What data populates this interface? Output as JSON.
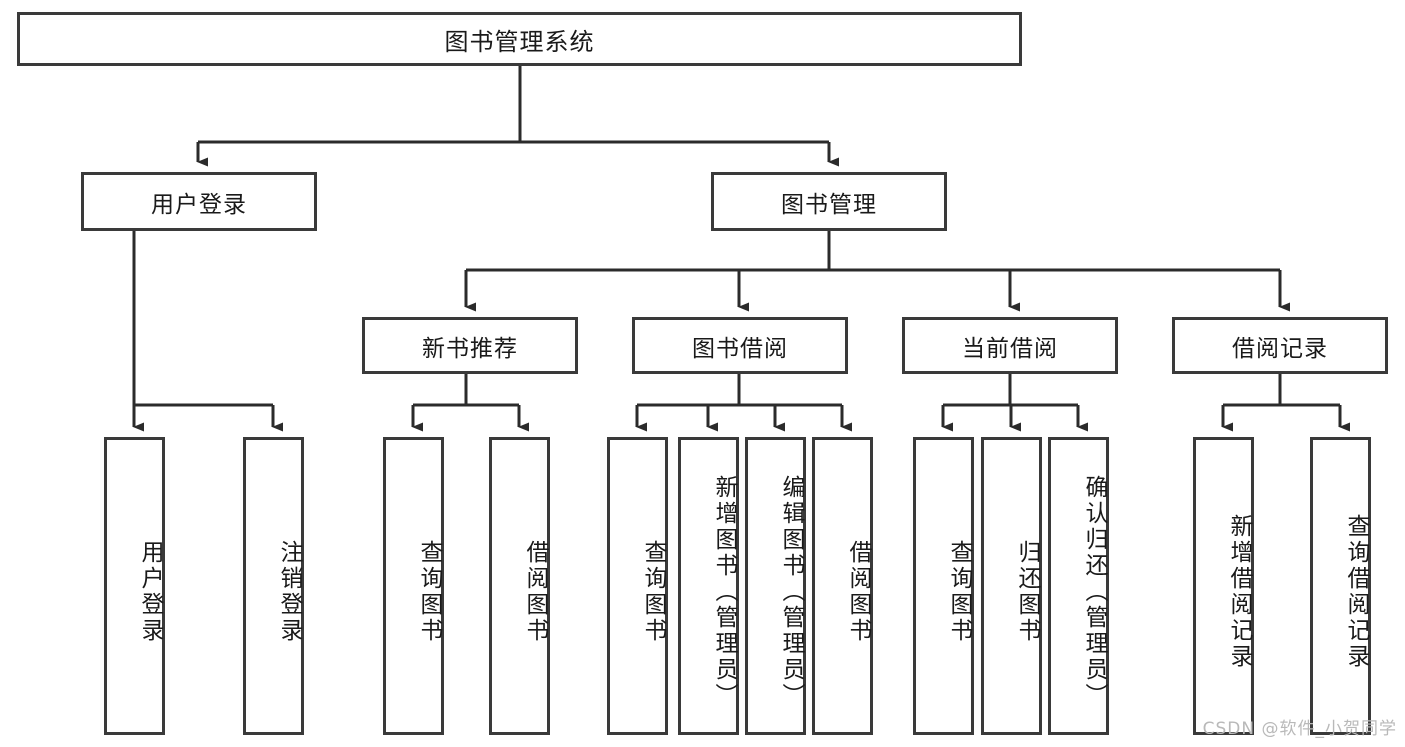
{
  "diagram": {
    "title": "图书管理系统",
    "watermark": "CSDN @软件_小贺同学",
    "colors": {
      "box_border": "#3a3a3a",
      "box_fill": "#ffffff",
      "edge": "#2b2b2b",
      "text": "#1a1a1a",
      "watermark": "#b9b9b9"
    },
    "levels": {
      "root": "图书管理系统",
      "level2": [
        "用户登录",
        "图书管理"
      ],
      "level3": [
        "新书推荐",
        "图书借阅",
        "当前借阅",
        "借阅记录"
      ],
      "level4": [
        "用户登录",
        "注销登录",
        "查询图书",
        "借阅图书",
        "查询图书",
        "新增图书（管理员）",
        "编辑图书（管理员）",
        "借阅图书",
        "查询图书",
        "归还图书",
        "确认归还（管理员）",
        "新增借阅记录",
        "查询借阅记录"
      ]
    },
    "nodes": {
      "root": {
        "label": "图书管理系统"
      },
      "user_login": {
        "label": "用户登录"
      },
      "book_manage": {
        "label": "图书管理"
      },
      "new_book_rec": {
        "label": "新书推荐"
      },
      "book_borrow": {
        "label": "图书借阅"
      },
      "current_borrow": {
        "label": "当前借阅"
      },
      "borrow_record": {
        "label": "借阅记录"
      },
      "leaf_user_login": {
        "label": "用户登录"
      },
      "leaf_logout": {
        "label": "注销登录"
      },
      "leaf_query_book_1": {
        "label": "查询图书"
      },
      "leaf_borrow_book_1": {
        "label": "借阅图书"
      },
      "leaf_query_book_2": {
        "label": "查询图书"
      },
      "leaf_add_book": {
        "label": "新增图书（管理员）"
      },
      "leaf_edit_book": {
        "label": "编辑图书（管理员）"
      },
      "leaf_borrow_book_2": {
        "label": "借阅图书"
      },
      "leaf_query_book_3": {
        "label": "查询图书"
      },
      "leaf_return_book": {
        "label": "归还图书"
      },
      "leaf_confirm_return": {
        "label": "确认归还（管理员）"
      },
      "leaf_add_record": {
        "label": "新增借阅记录"
      },
      "leaf_query_record": {
        "label": "查询借阅记录"
      }
    }
  }
}
